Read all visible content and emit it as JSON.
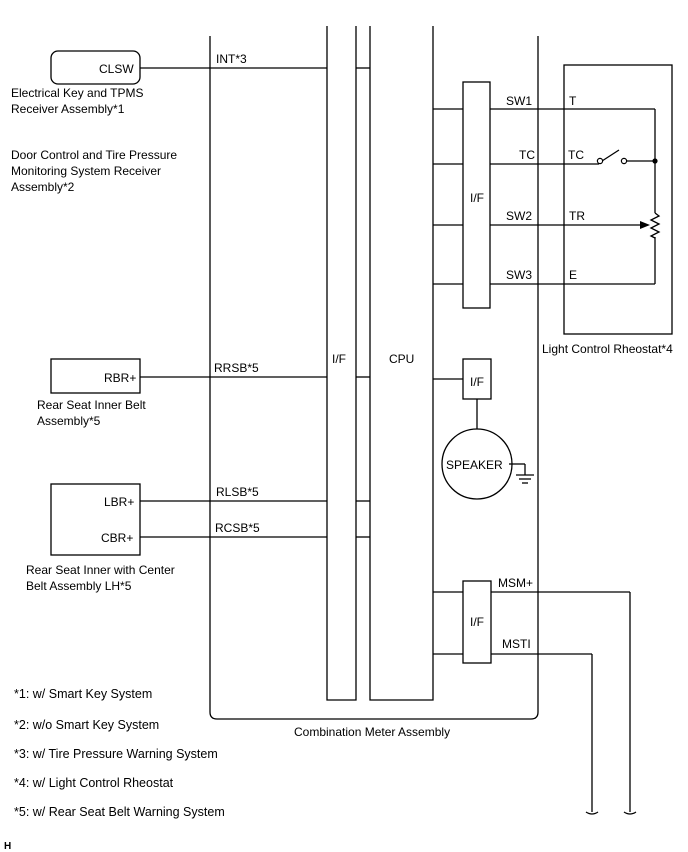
{
  "components": {
    "clsw": {
      "pin": "CLSW",
      "line1": "Electrical Key and TPMS",
      "line2": "Receiver Assembly*1"
    },
    "door_control": {
      "line1": "Door Control and Tire Pressure",
      "line2": "Monitoring System Receiver",
      "line3": "Assembly*2"
    },
    "rear_seat_inner": {
      "pin": "RBR+",
      "line1": "Rear Seat Inner Belt",
      "line2": "Assembly*5"
    },
    "rear_seat_center": {
      "pin1": "LBR+",
      "pin2": "CBR+",
      "line1": "Rear Seat Inner with Center",
      "line2": "Belt Assembly LH*5"
    },
    "rheostat": {
      "label": "Light Control Rheostat*4",
      "pins": [
        "T",
        "TC",
        "TR",
        "E"
      ]
    },
    "meter": {
      "label": "Combination Meter Assembly",
      "if_left": "I/F",
      "cpu": "CPU",
      "if_right": "I/F",
      "if_speaker": "I/F",
      "speaker": "SPEAKER",
      "if_bottom": "I/F"
    }
  },
  "wires": {
    "int": "INT*3",
    "rrsb": "RRSB*5",
    "rlsb": "RLSB*5",
    "rcsb": "RCSB*5",
    "sw1": "SW1",
    "tc": "TC",
    "sw2": "SW2",
    "sw3": "SW3",
    "msm": "MSM+",
    "msti": "MSTI"
  },
  "notes": [
    "*1: w/ Smart Key System",
    "*2: w/o Smart Key System",
    "*3: w/ Tire Pressure Warning System",
    "*4: w/ Light Control Rheostat",
    "*5: w/ Rear Seat Belt Warning System"
  ],
  "corner_mark": "H"
}
